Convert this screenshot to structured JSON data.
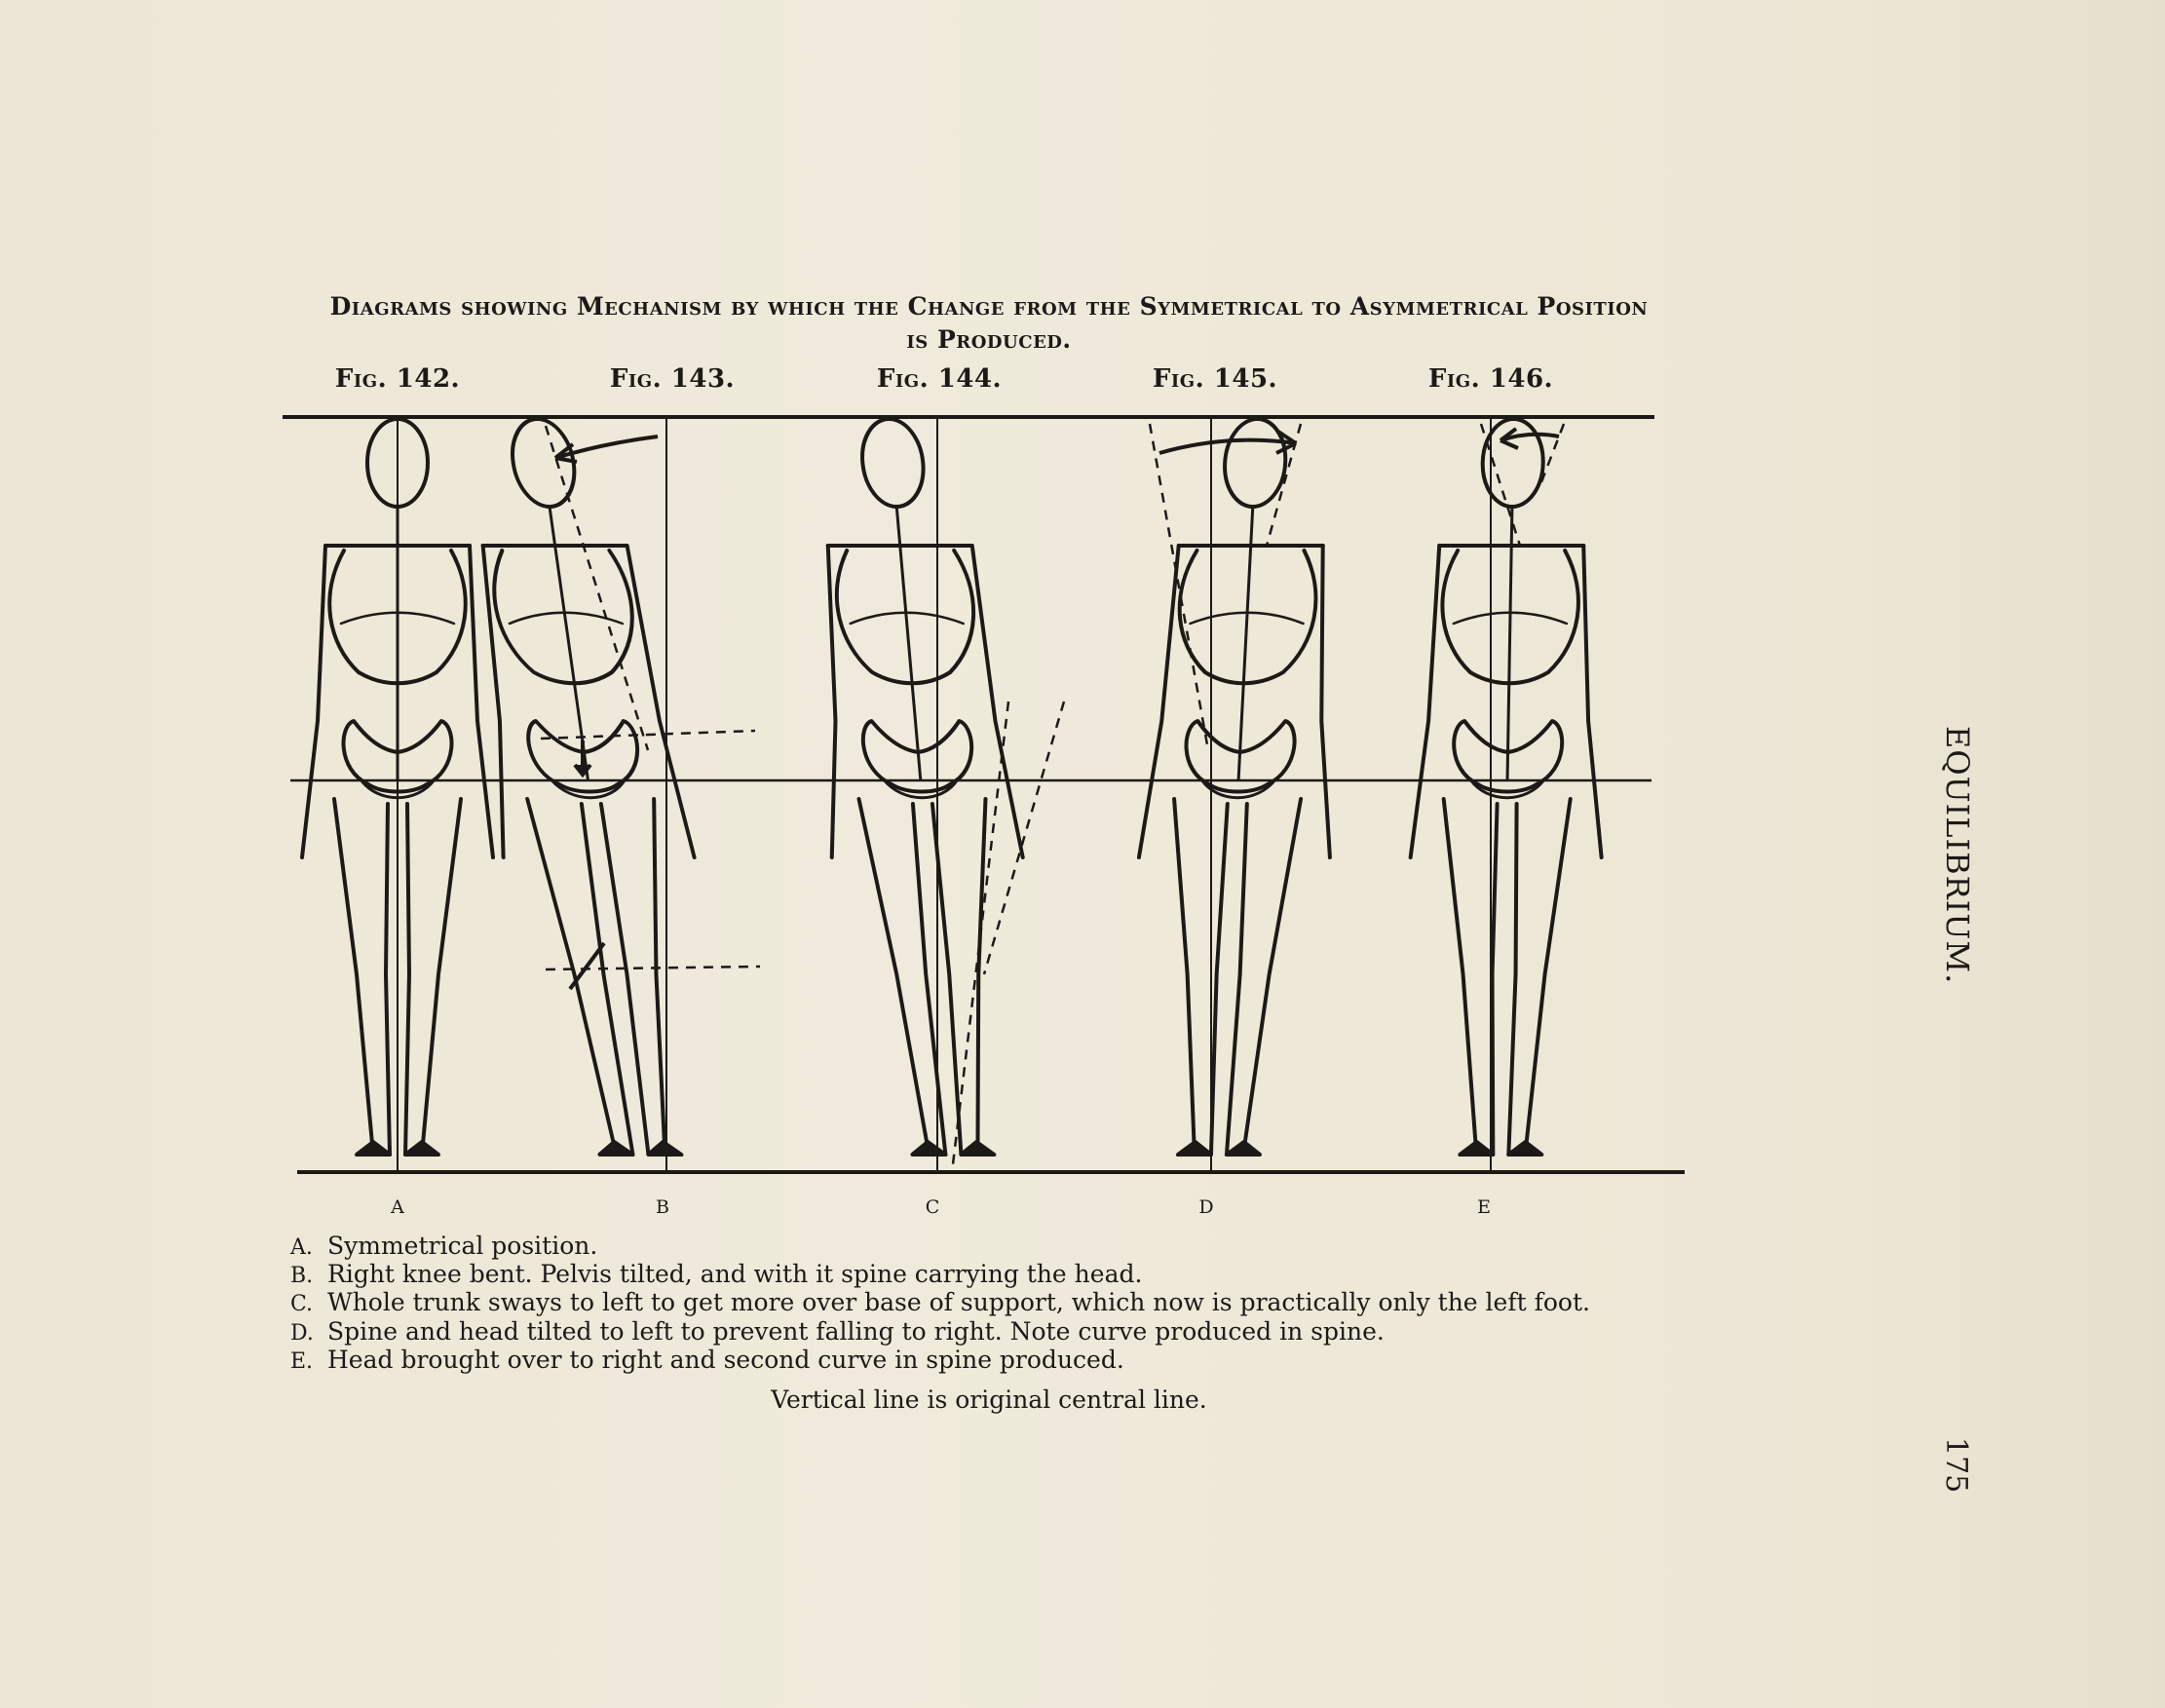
{
  "title": {
    "line1": "Diagrams showing Mechanism by which the Change from the Symmetrical to Asymmetrical Position",
    "line2": "is Produced."
  },
  "figures": [
    {
      "label": "Fig. 142.",
      "letter": "A"
    },
    {
      "label": "Fig. 143.",
      "letter": "B"
    },
    {
      "label": "Fig. 144.",
      "letter": "C"
    },
    {
      "label": "Fig. 145.",
      "letter": "D"
    },
    {
      "label": "Fig. 146.",
      "letter": "E"
    }
  ],
  "captions": [
    {
      "key": "A.",
      "text": "Symmetrical position."
    },
    {
      "key": "B.",
      "text": "Right knee bent.  Pelvis tilted, and with it spine carrying the head."
    },
    {
      "key": "C.",
      "text": "Whole trunk sways to left to get more over base of support, which now is practically only the left foot."
    },
    {
      "key": "D.",
      "text": "Spine and head tilted to left to prevent falling to right.  Note curve produced in spine."
    },
    {
      "key": "E.",
      "text": "Head brought over to right and second curve in spine produced."
    }
  ],
  "note": "Vertical line is original central line.",
  "running_head": "EQUILIBRIUM.",
  "page_number": "175",
  "colors": {
    "paper": "#ece6d6",
    "ink": "#1c1a17"
  }
}
